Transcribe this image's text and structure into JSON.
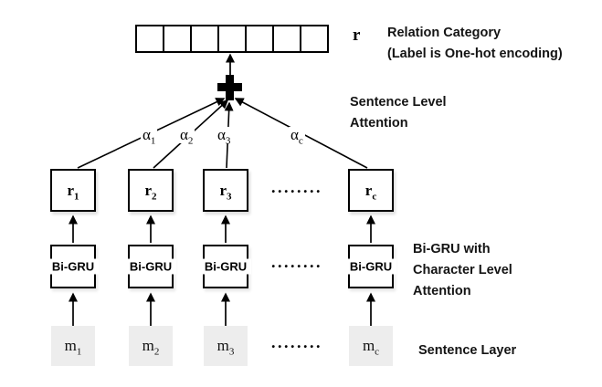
{
  "relation": {
    "symbol": "r",
    "title": "Relation Category",
    "subtitle": "(Label is One-hot encoding)"
  },
  "sentence_attention": {
    "line1": "Sentence Level",
    "line2": "Attention"
  },
  "bigru_attention": {
    "line1": "Bi-GRU with",
    "line2": "Character Level",
    "line3": "Attention"
  },
  "sentence_layer": {
    "label": "Sentence Layer"
  },
  "onehot": {
    "cell_count": 7
  },
  "alphas": [
    {
      "base": "α",
      "sub": "1"
    },
    {
      "base": "α",
      "sub": "2"
    },
    {
      "base": "α",
      "sub": "3"
    },
    {
      "base": "α",
      "sub": "c"
    }
  ],
  "columns": [
    {
      "r": "r",
      "r_sub": "1",
      "gru": "Bi-GRU",
      "m": "m",
      "m_sub": "1"
    },
    {
      "r": "r",
      "r_sub": "2",
      "gru": "Bi-GRU",
      "m": "m",
      "m_sub": "2"
    },
    {
      "r": "r",
      "r_sub": "3",
      "gru": "Bi-GRU",
      "m": "m",
      "m_sub": "3"
    },
    {
      "r": "r",
      "r_sub": "c",
      "gru": "Bi-GRU",
      "m": "m",
      "m_sub": "c"
    }
  ],
  "dots": "........",
  "colors": {
    "line": "#000000",
    "m_fill": "#ededed",
    "text": "#141414"
  }
}
